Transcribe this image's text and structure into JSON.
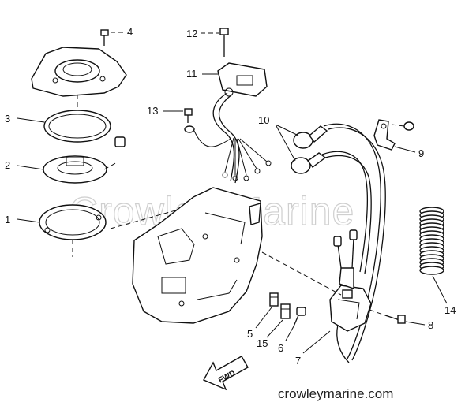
{
  "callouts": [
    {
      "id": "c1",
      "text": "1"
    },
    {
      "id": "c2",
      "text": "2"
    },
    {
      "id": "c3",
      "text": "3"
    },
    {
      "id": "c4",
      "text": "4"
    },
    {
      "id": "c5",
      "text": "5"
    },
    {
      "id": "c6",
      "text": "6"
    },
    {
      "id": "c7",
      "text": "7"
    },
    {
      "id": "c8",
      "text": "8"
    },
    {
      "id": "c9",
      "text": "9"
    },
    {
      "id": "c10",
      "text": "10"
    },
    {
      "id": "c11",
      "text": "11"
    },
    {
      "id": "c12",
      "text": "12"
    },
    {
      "id": "c13",
      "text": "13"
    },
    {
      "id": "c14",
      "text": "14"
    },
    {
      "id": "c15",
      "text": "15"
    }
  ],
  "watermark": "Crowley Marine",
  "site_url": "crowleymarine.com",
  "direction_arrow": "FWD"
}
